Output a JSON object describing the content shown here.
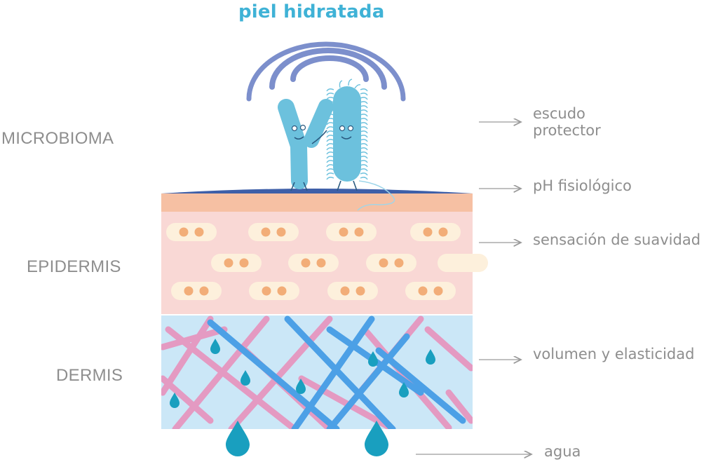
{
  "title": "piel hidratada",
  "layers": [
    {
      "name": "MICROBIOMA"
    },
    {
      "name": "EPIDERMIS"
    },
    {
      "name": "DERMIS"
    }
  ],
  "annotations": [
    {
      "lines": [
        "escudo",
        "protector"
      ]
    },
    {
      "lines": [
        "pH fisiológico"
      ]
    },
    {
      "lines": [
        "sensación de suavidad"
      ]
    },
    {
      "lines": [
        "volumen y elasticidad"
      ]
    },
    {
      "lines": [
        "agua"
      ]
    }
  ],
  "colors": {
    "title": "#3fb2d6",
    "label_gray": "#8e8e8e",
    "epidermis_top": "#f6c0a3",
    "epidermis": "#f9d8d5",
    "cell": "#fdf0dc",
    "nucleus": "#f2ad78",
    "dermis": "#cbe7f7",
    "collagen_pink": "#e49ac2",
    "collagen_blue": "#4ca0e6",
    "water": "#199fbf",
    "ph_film": "#3e5fa8",
    "bacteria": "#6cc1dd",
    "signal_arc": "#7c8fcc"
  }
}
